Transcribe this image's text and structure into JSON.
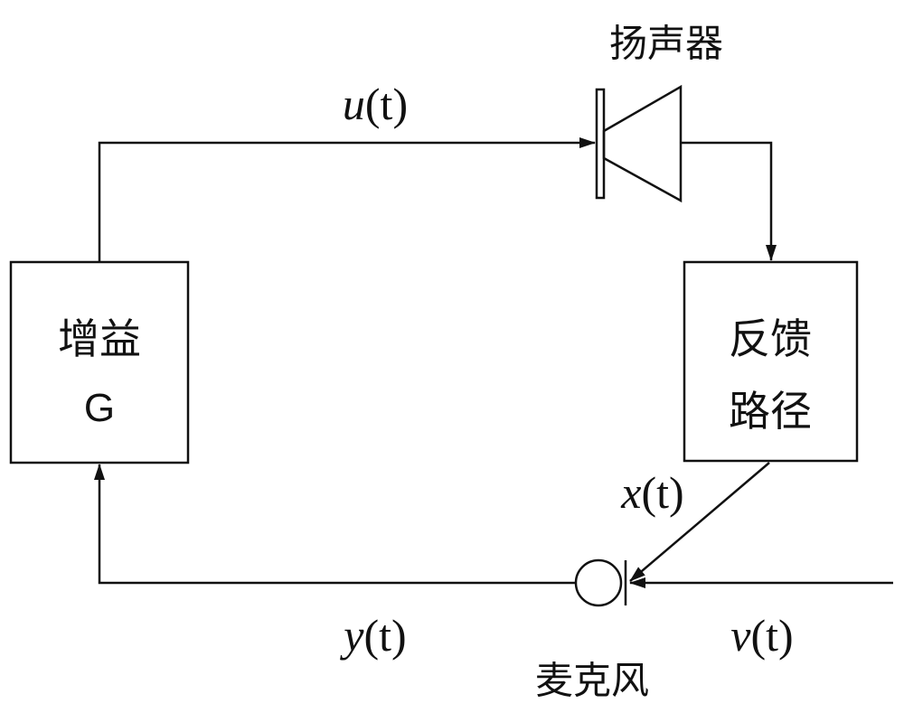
{
  "title_speaker": "扬声器",
  "title_microphone": "麦克风",
  "gain_block": {
    "line1": "增益",
    "line2": "G"
  },
  "feedback_block": {
    "line1": "反馈",
    "line2": "路径"
  },
  "signals": {
    "u": {
      "var": "u",
      "arg": "(t)"
    },
    "x": {
      "var": "x",
      "arg": "(t)"
    },
    "y": {
      "var": "y",
      "arg": "(t)"
    },
    "v": {
      "var": "v",
      "arg": "(t)"
    }
  }
}
